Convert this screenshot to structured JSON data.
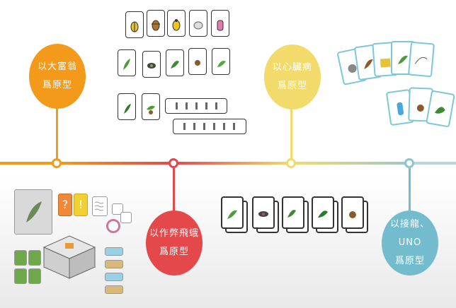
{
  "nodes": [
    {
      "line1": "以大富翁",
      "line2": "爲原型",
      "color": "#f39a1b"
    },
    {
      "line1": "以作弊飛蛾",
      "line2": "爲原型",
      "color": "#e4484b"
    },
    {
      "line1": "以心臟病",
      "line2": "爲原型",
      "color": "#f2db6a"
    },
    {
      "line1": "以接龍、UNO",
      "line2": "爲原型",
      "color": "#72bccd"
    }
  ],
  "colors": {
    "orange": "#f39a1b",
    "red": "#e4484b",
    "yellow": "#f2db6a",
    "blue": "#72bccd"
  },
  "board_game": {
    "question_mark": "?",
    "exclaim_mark": "!"
  },
  "icons": [
    "card-deck-illustration",
    "board-game-illustration",
    "leaf-card-icon",
    "bug-card-icon"
  ]
}
